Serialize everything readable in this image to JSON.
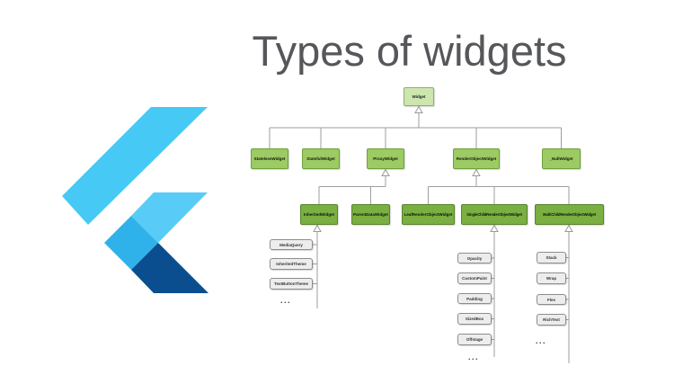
{
  "title": {
    "text": "Types of widgets",
    "color": "#56575b"
  },
  "logo": {
    "name": "flutter-logo",
    "colors": {
      "wing": "#47C9F6",
      "lower_wing": "#58CCF7",
      "overlap": "#2FB2EA",
      "tail": "#0B4E8F"
    }
  },
  "diagram": {
    "connector_color": "#9e9e9e",
    "node_colors": {
      "level1_fill": "#cde6ae",
      "level1_border": "#90ad71",
      "level2_fill": "#9bcb62",
      "level2_border": "#6fa03c",
      "level3_fill": "#79b041",
      "level3_border": "#5a822f",
      "leaf_fill": "#ededed",
      "leaf_border": "#8d8d8d"
    },
    "root": {
      "label": "Widget"
    },
    "level2": [
      {
        "label": "StatelessWidget"
      },
      {
        "label": "StatefulWidget"
      },
      {
        "label": "ProxyWidget"
      },
      {
        "label": "RenderObjectWidget"
      },
      {
        "label": "_NullWidget"
      }
    ],
    "level3": [
      {
        "label": "InheritedWidget"
      },
      {
        "label": "ParentDataWidget"
      },
      {
        "label": "LeafRenderObjectWidget"
      },
      {
        "label": "SingleChildRenderObjectWidget"
      },
      {
        "label": "MultiChildRenderObjectWidget"
      }
    ],
    "columns": [
      {
        "parent": "InheritedWidget",
        "items": [
          "MediaQuery",
          "InheritedTheme",
          "TextButtonTheme"
        ],
        "more": "..."
      },
      {
        "parent": "SingleChildRenderObjectWidget",
        "items": [
          "Opacity",
          "CustomPaint",
          "Padding",
          "SizedBox",
          "Offstage"
        ],
        "more": "..."
      },
      {
        "parent": "MultiChildRenderObjectWidget",
        "items": [
          "Stack",
          "Wrap",
          "Flex",
          "RichText"
        ],
        "more": "..."
      }
    ]
  }
}
